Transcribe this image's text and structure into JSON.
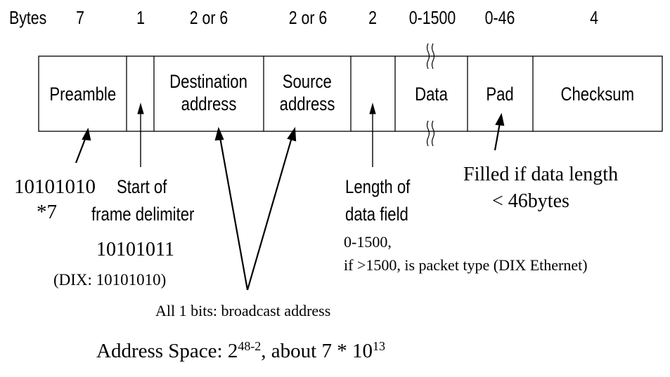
{
  "bytes_row": {
    "label": "Bytes",
    "sizes": [
      "7",
      "1",
      "2 or 6",
      "2 or 6",
      "2",
      "0-1500",
      "0-46",
      "4"
    ]
  },
  "fields": {
    "preamble": "Preamble",
    "destination": [
      "Destination",
      "address"
    ],
    "source": [
      "Source",
      "address"
    ],
    "data": "Data",
    "pad": "Pad",
    "checksum": "Checksum"
  },
  "annotations": {
    "preamble_bits": [
      "10101010",
      "*7"
    ],
    "sfd_label": [
      "Start of",
      "frame delimiter"
    ],
    "sfd_bits": "10101011",
    "sfd_dix": "(DIX: 10101010)",
    "length_label": [
      "Length of",
      "data field"
    ],
    "length_note": [
      "0-1500,",
      "if >1500,  is packet type (DIX Ethernet)"
    ],
    "pad_note": [
      "Filled if data length",
      "< 46bytes"
    ],
    "broadcast": "All 1 bits: broadcast address",
    "address_space": {
      "prefix": "Address Space: 2",
      "exp1": "48-2",
      "middle": ", about 7 * 10",
      "exp2": "13"
    }
  }
}
